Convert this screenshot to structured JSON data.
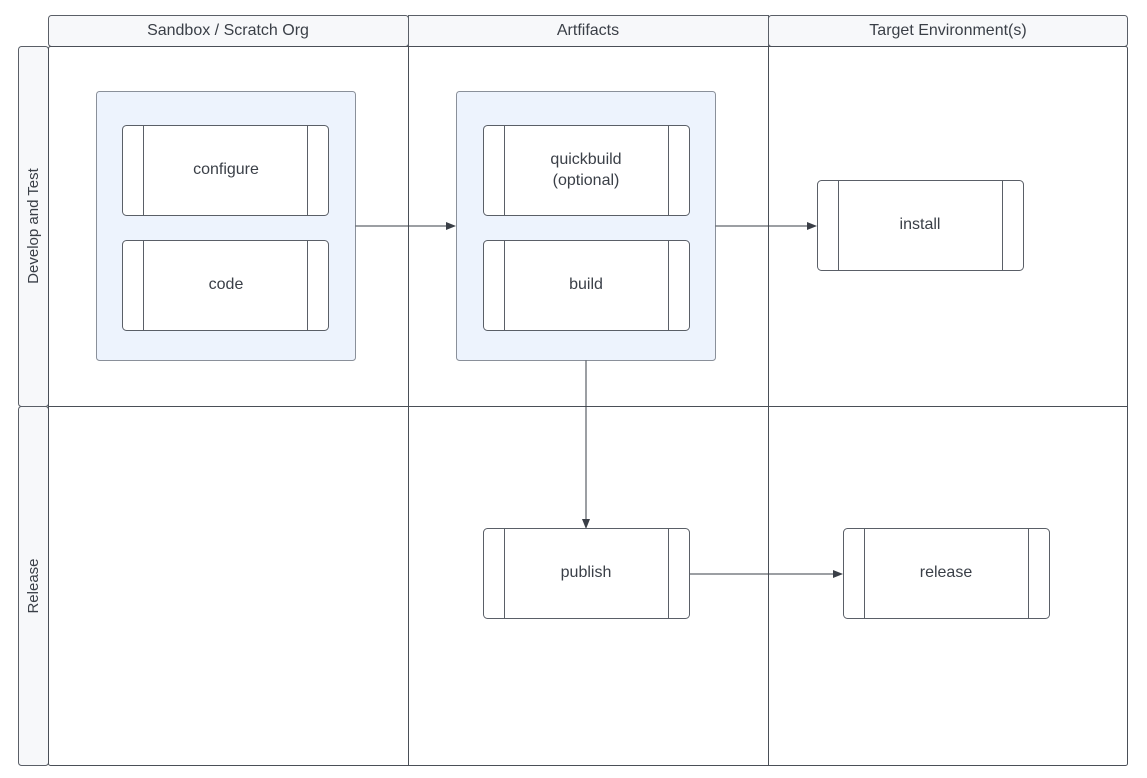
{
  "columns": [
    "Sandbox / Scratch Org",
    "Artfifacts",
    "Target Environment(s)"
  ],
  "rows": [
    "Develop and Test",
    "Release"
  ],
  "processes": {
    "configure": "configure",
    "code": "code",
    "quickbuild_line1": "quickbuild",
    "quickbuild_line2": "(optional)",
    "build": "build",
    "install": "install",
    "publish": "publish",
    "release": "release"
  },
  "colors": {
    "grid": "#4a4f57",
    "header_fill": "#f7f8fa",
    "group_fill": "#edf3fd",
    "group_stroke": "#8a909a",
    "process_fill": "#ffffff",
    "text": "#3a3f47"
  }
}
